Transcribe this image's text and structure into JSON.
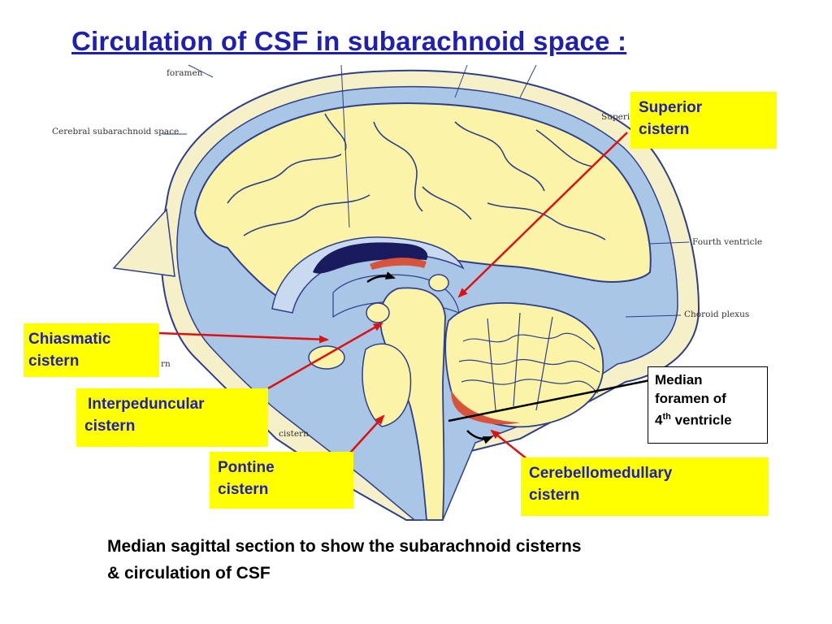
{
  "title": "Circulation of CSF in subarachnoid space :",
  "labels": {
    "superior": {
      "l1": "Superior",
      "l2": "cistern"
    },
    "chiasmatic": {
      "l1": "Chiasmatic",
      "l2": "cistern"
    },
    "interpeduncular": {
      "l1": "Interpeduncular",
      "l2": "cistern"
    },
    "pontine": {
      "l1": "Pontine",
      "l2": "cistern"
    },
    "cerebellomedullary": {
      "l1": "Cerebellomedullary",
      "l2": "cistern"
    },
    "median_foramen": {
      "l1": "Median",
      "l2": "foramen of",
      "num": "4",
      "sup": "th",
      "l3": "ventricle"
    }
  },
  "printed": {
    "interventricular_foramen": "foramen",
    "cerebral_subarachnoid_space": "Cerebral subarachnoid space",
    "superior_fragment": "Superio",
    "fourth_ventricle": "Fourth ventricle",
    "choroid_plexus": "Choroid plexus",
    "rn_fragment": "rn",
    "cistern_fragment": "cistern"
  },
  "caption": {
    "line1": "Median sagittal section to show the subarachnoid cisterns",
    "line2": "& circulation of CSF"
  },
  "colors": {
    "title": "#1f1fb0",
    "label_bg": "#ffff00",
    "arrow": "#e01010",
    "csf": "#a9c6e6",
    "brain": "#fbf3a8",
    "outline": "#2e3f8a",
    "skull": "#f6f0c8"
  }
}
